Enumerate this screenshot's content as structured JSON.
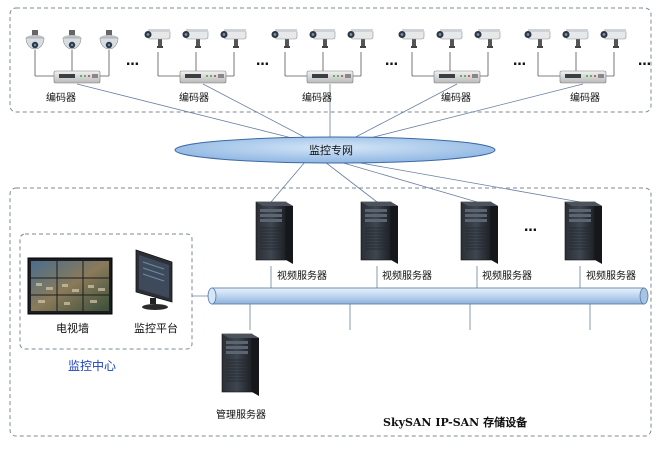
{
  "encoder_label": "编码器",
  "network_label": "监控专网",
  "video_server_label": "视频服务器",
  "tv_wall_label": "电视墙",
  "monitor_platform_label": "监控平台",
  "monitor_center_label": "监控中心",
  "mgmt_server_label": "管理服务器",
  "storage_label": "SkySAN IP-SAN 存储设备",
  "ellipsis": "…",
  "colors": {
    "network_ellipse": "#9ec3ea",
    "bus_pipe": "#c8ddf3",
    "center_label": "#1a3fbf",
    "dashed_border": "#7d8a9a"
  }
}
